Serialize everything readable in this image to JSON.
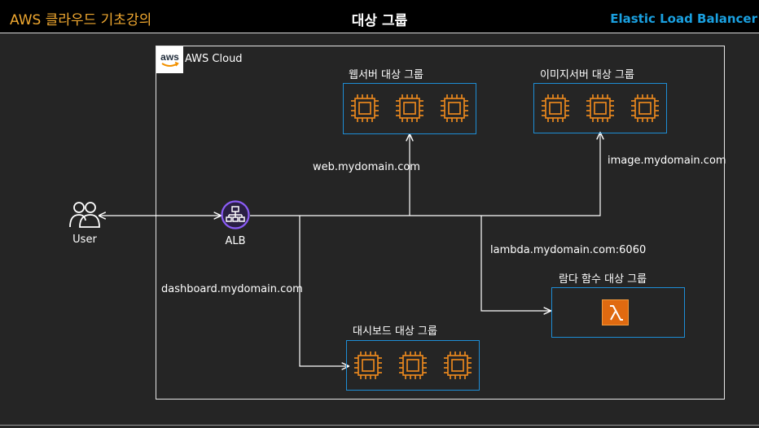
{
  "header": {
    "course": "AWS 클라우드 기초강의",
    "title": "대상 그룹",
    "service": "Elastic Load Balancer"
  },
  "cloud": {
    "label": "AWS Cloud",
    "logo": "aws"
  },
  "user": {
    "label": "User",
    "icon": "users-icon"
  },
  "alb": {
    "label": "ALB",
    "icon": "load-balancer-icon"
  },
  "routes": {
    "web": "web.mydomain.com",
    "image": "image.mydomain.com",
    "lambda": "lambda.mydomain.com:6060",
    "dashboard": "dashboard.mydomain.com"
  },
  "target_groups": {
    "web": {
      "label": "웹서버 대상 그룹",
      "icon": "ec2-instance-icon",
      "count": 3
    },
    "image": {
      "label": "이미지서버 대상 그룹",
      "icon": "ec2-instance-icon",
      "count": 3
    },
    "lambda": {
      "label": "람다 함수 대상 그룹",
      "icon": "lambda-icon"
    },
    "dashboard": {
      "label": "대시보드 대상 그룹",
      "icon": "ec2-instance-icon",
      "count": 3
    }
  },
  "colors": {
    "header_bg": "#000000",
    "course_title": "#f0a830",
    "service_title": "#1aa0e0",
    "target_group_border": "#1e8ed6",
    "chip": "#e8871e",
    "alb": "#8b5cf6",
    "lambda": "#e06a10"
  }
}
